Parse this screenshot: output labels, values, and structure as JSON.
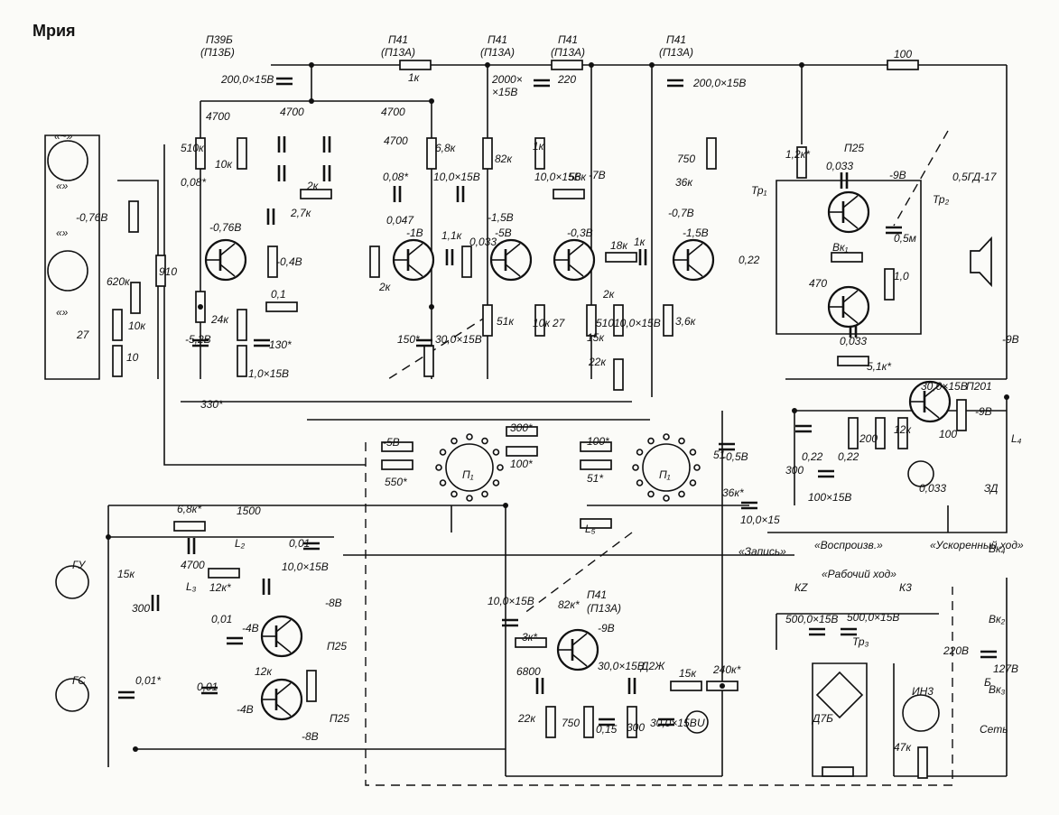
{
  "title": "Мрия",
  "labels": [
    "П39Б",
    "(П13Б)",
    "П41",
    "(П13А)",
    "П41",
    "(П13А)",
    "П41",
    "(П13А)",
    "П41",
    "(П13А)",
    "1к",
    "220",
    "100",
    "200,0×15В",
    "200,0×15В",
    "2000×",
    "×15В",
    "4700",
    "4700",
    "4700",
    "4700",
    "510к",
    "10к",
    "0,08*",
    "6,8к",
    "82к",
    "1к",
    "750",
    "1,2к*",
    "П25",
    "0,033",
    "-9В",
    "0,5ГД-17",
    "Тр₁",
    "Тр₂",
    "36к",
    "2к",
    "0,08*",
    "10,0×15В",
    "10,0×15В",
    "56к",
    "-7В",
    "-0,7В",
    "-0,76В",
    "620к",
    "910",
    "2,7к",
    "0,047",
    "-1В",
    "-1,5В",
    "-5В",
    "-0,3В",
    "-1,5В",
    "-0,76В",
    "-0,4В",
    "2к",
    "1,1к",
    "0,033",
    "18к",
    "1к",
    "0,22",
    "Вк₁",
    "0,5м",
    "1,0",
    "470",
    "27",
    "10к",
    "10",
    "24к",
    "130*",
    "0,1",
    "51к",
    "10к",
    "27",
    "510",
    "2к",
    "10,0×15В",
    "3,6к",
    "15к",
    "-0,5В",
    "0,033",
    "-9В",
    "-5,2В",
    "1,0×15В",
    "330*",
    "30,0×15В",
    "22к",
    "5,1к*",
    "150*",
    "30,0×15В",
    "П201",
    "-9В",
    "300",
    "0,22",
    "0,22",
    "200",
    "12к",
    "100",
    "L₄",
    "-5В",
    "550*",
    "300*",
    "100*",
    "100*",
    "51*",
    "51",
    "0,033",
    "ЗД",
    "L₅",
    "36к*",
    "10,0×15",
    "100×15В",
    "6,8к*",
    "1500",
    "0,01",
    "4700",
    "15к",
    "300",
    "L₂",
    "L₃",
    "ГУ",
    "12к*",
    "10,0×15В",
    "-8В",
    "0,01",
    "-4В",
    "П25",
    "12к",
    "-4В",
    "П25",
    "-8В",
    "ГС",
    "0,01*",
    "0,01",
    "«Запись»",
    "«Воспроизв.»",
    "«Рабочий ход»",
    "«Ускоренный ход»",
    "КZ",
    "К3",
    "Вк₄",
    "10,0×15В",
    "82к*",
    "П41",
    "(П13А)",
    "3к*",
    "-9В",
    "6800",
    "30,0×15В",
    "Д2Ж",
    "15к",
    "240к*",
    "22к",
    "750",
    "0,15",
    "300",
    "30,0×15В",
    "U",
    "500,0×15В",
    "500,0×15В",
    "Тр₃",
    "Вк₂",
    "220В",
    "127В",
    "Б",
    "Вк₃",
    "Д7Б",
    "ИН3",
    "47к",
    "Сеть",
    "«~»",
    "«»",
    "«»",
    "«»",
    "П₁",
    "П₁"
  ]
}
